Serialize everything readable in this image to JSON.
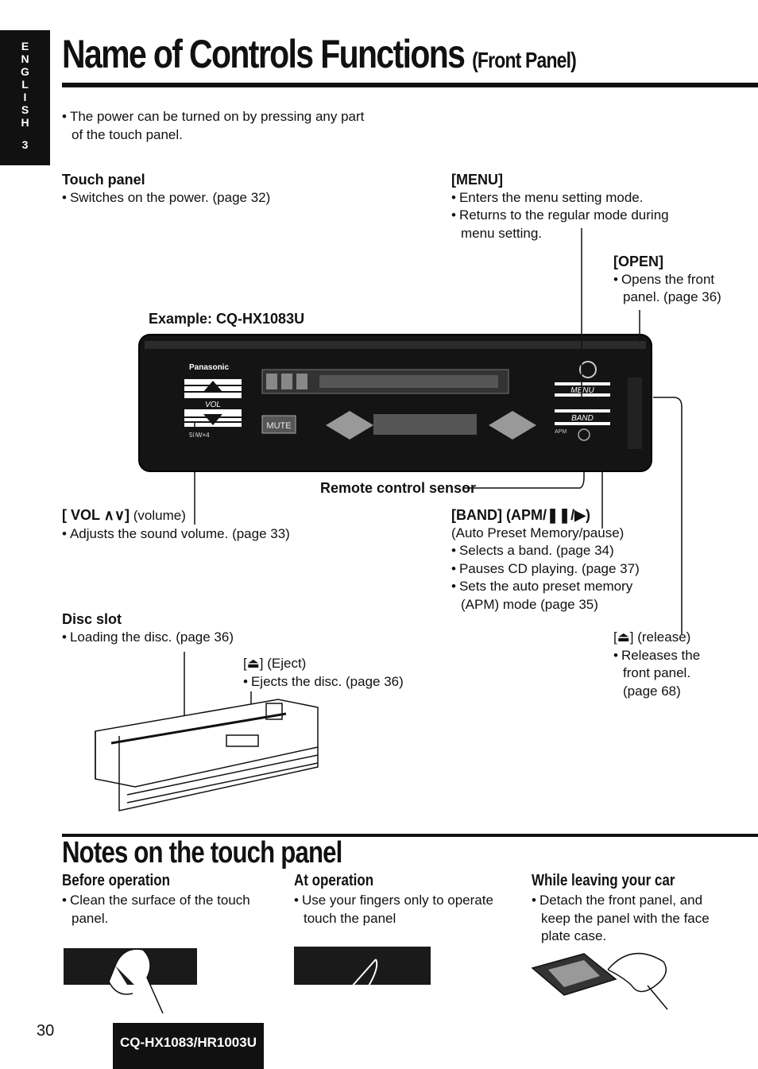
{
  "side_tab": {
    "letters": [
      "E",
      "N",
      "G",
      "L",
      "I",
      "S",
      "H"
    ],
    "section": "3"
  },
  "title": {
    "main": "Name of Controls Functions",
    "sub": "(Front Panel)"
  },
  "intro": {
    "line1": "The power can be turned on by pressing any part",
    "line2": "of the touch panel."
  },
  "touch_panel": {
    "heading": "Touch panel",
    "b1": "Switches on the power. (page 32)"
  },
  "menu": {
    "heading": "[MENU]",
    "b1": "Enters the menu setting mode.",
    "b2": "Returns to the regular mode during",
    "b2_cont": "menu setting."
  },
  "open": {
    "heading": "[OPEN]",
    "b1": "Opens the front",
    "b1_cont": "panel. (page 36)"
  },
  "example": {
    "label": "Example: CQ-HX1083U"
  },
  "device": {
    "brand": "Panasonic",
    "vol": "VOL",
    "menu": "MENU",
    "band": "BAND",
    "mute": "MUTE",
    "power": "50W×4",
    "apm": "APM"
  },
  "remote_sensor": {
    "label": "Remote control sensor"
  },
  "vol": {
    "heading": "[ VOL ∧∨]",
    "suffix": "(volume)",
    "b1": "Adjusts the sound volume. (page 33)"
  },
  "band": {
    "heading": "[BAND] (APM/❚❚/▶)",
    "desc": "(Auto Preset Memory/pause)",
    "b1": "Selects a band. (page 34)",
    "b2": "Pauses CD playing. (page 37)",
    "b3": "Sets the auto preset memory",
    "b3_cont": "(APM) mode (page 35)"
  },
  "disc_slot": {
    "heading": "Disc slot",
    "b1": "Loading the disc. (page 36)"
  },
  "eject": {
    "heading": "[⏏] (Eject)",
    "b1": "Ejects the disc. (page 36)"
  },
  "release": {
    "heading": "[⏏] (release)",
    "b1": "Releases the",
    "b1_cont1": "front panel.",
    "b1_cont2": "(page 68)"
  },
  "notes": {
    "title": "Notes on the touch panel",
    "before": {
      "heading": "Before operation",
      "l1": "Clean the surface of the touch",
      "l2": "panel."
    },
    "at": {
      "heading": "At operation",
      "l1": "Use your fingers only to operate",
      "l2": "touch the panel"
    },
    "leaving": {
      "heading": "While leaving your car",
      "l1": "Detach  the  front  panel,  and",
      "l2": "keep  the  panel  with  the  face",
      "l3": "plate case."
    }
  },
  "footer": {
    "page": "30",
    "model": "CQ-HX1083/HR1003U"
  }
}
